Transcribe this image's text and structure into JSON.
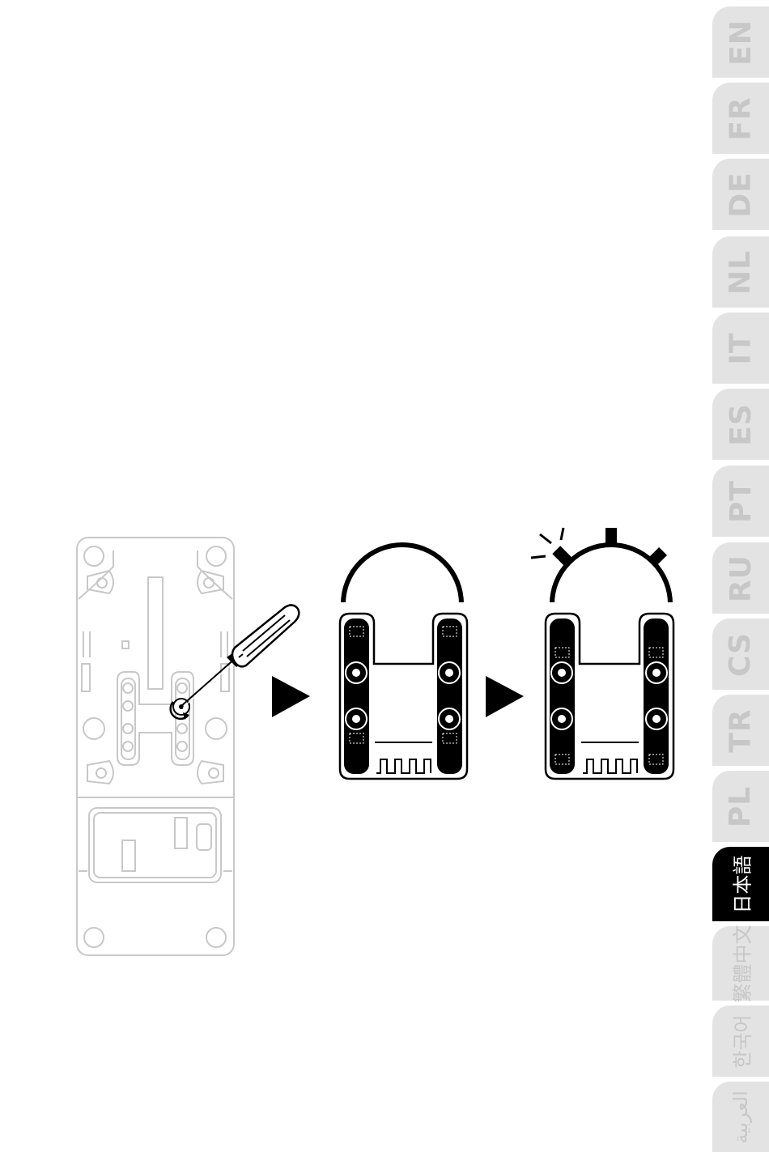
{
  "language_tabs": [
    {
      "label": "EN",
      "active": false
    },
    {
      "label": "FR",
      "active": false
    },
    {
      "label": "DE",
      "active": false
    },
    {
      "label": "NL",
      "active": false
    },
    {
      "label": "IT",
      "active": false
    },
    {
      "label": "ES",
      "active": false
    },
    {
      "label": "PT",
      "active": false
    },
    {
      "label": "RU",
      "active": false
    },
    {
      "label": "CS",
      "active": false
    },
    {
      "label": "TR",
      "active": false
    },
    {
      "label": "PL",
      "active": false
    },
    {
      "label": "日本語",
      "active": true
    },
    {
      "label": "繁體中文",
      "active": false
    },
    {
      "label": "한국어",
      "active": false
    },
    {
      "label": "العربية",
      "active": false
    }
  ],
  "colors": {
    "tab_inactive_bg": "#e3e3e3",
    "tab_inactive_text": "#c7c7c7",
    "tab_active_bg": "#000000",
    "tab_active_text": "#ffffff",
    "drawing_light": "#c8c8c8",
    "drawing_dark": "#000000"
  },
  "icons": [
    "screwdriver-icon",
    "rotate-arrow-icon",
    "arrow-right-icon",
    "spring-loose-icon",
    "spring-tight-icon"
  ]
}
